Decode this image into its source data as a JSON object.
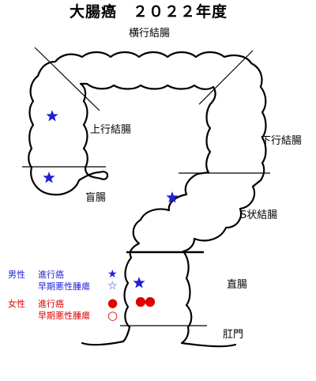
{
  "title": "大腸癌　２０２２年度",
  "segments": {
    "transverse": "横行結腸",
    "ascending": "上行結腸",
    "descending": "下行結腸",
    "cecum": "盲腸",
    "sigmoid": "S状結腸",
    "rectum": "直腸",
    "anus": "肛門"
  },
  "legend": {
    "male": {
      "label": "男性",
      "color": "#1f1fd6",
      "items": [
        {
          "label": "進行癌",
          "symbol": "★"
        },
        {
          "label": "早期悪性腫瘍",
          "symbol": "☆"
        }
      ]
    },
    "female": {
      "label": "女性",
      "color": "#e00000",
      "items": [
        {
          "label": "進行癌",
          "symbol": "●"
        },
        {
          "label": "早期悪性腫瘍",
          "symbol": "○"
        }
      ]
    }
  },
  "markers": [
    {
      "segment": "ascending",
      "sex": "male",
      "type": "advanced",
      "count": 1
    },
    {
      "segment": "cecum",
      "sex": "male",
      "type": "advanced",
      "count": 1
    },
    {
      "segment": "sigmoid",
      "sex": "male",
      "type": "advanced",
      "count": 1
    },
    {
      "segment": "rectum",
      "sex": "male",
      "type": "advanced",
      "count": 1
    },
    {
      "segment": "rectum",
      "sex": "female",
      "type": "advanced",
      "count": 2
    }
  ]
}
